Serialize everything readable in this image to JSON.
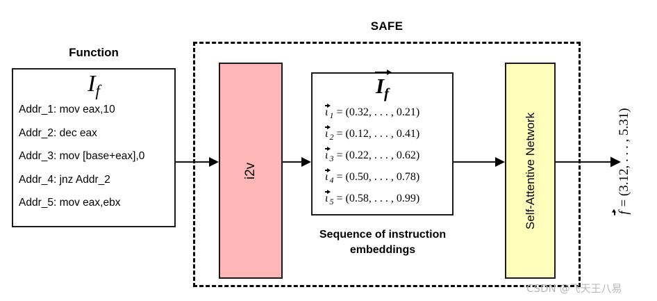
{
  "diagram": {
    "safe_title": "SAFE",
    "watermark": "CSDN @飞天王八易",
    "colors": {
      "i2v_fill": "#FFB6B6",
      "san_fill": "#FFFFBB",
      "border": "#1A1A1A",
      "watermark": "#B9B9B9"
    }
  },
  "function_block": {
    "title": "Function",
    "symbol_base": "I",
    "symbol_sub": "f",
    "instructions": [
      "Addr_1: mov eax,10",
      "Addr_2: dec eax",
      "Addr_3: mov [base+eax],0",
      "Addr_4: jnz Addr_2",
      "Addr_5: mov eax,ebx"
    ]
  },
  "i2v_block": {
    "label": "i2v"
  },
  "embedding_block": {
    "symbol_base": "I",
    "symbol_sub": "f",
    "caption_line1": "Sequence of instruction",
    "caption_line2": "embeddings",
    "vectors": [
      {
        "name": "ι",
        "index": "1",
        "eq": "=",
        "value": "(0.32, . . . , 0.21)"
      },
      {
        "name": "ι",
        "index": "2",
        "eq": "=",
        "value": "(0.12, . . . , 0.41)"
      },
      {
        "name": "ι",
        "index": "3",
        "eq": "=",
        "value": "(0.22, . . . , 0.62)"
      },
      {
        "name": "ι",
        "index": "4",
        "eq": "=",
        "value": "(0.50, . . . , 0.78)"
      },
      {
        "name": "ι",
        "index": "5",
        "eq": "=",
        "value": "(0.58, . . . , 0.99)"
      }
    ]
  },
  "san_block": {
    "label": "Self-Attentive Network"
  },
  "output": {
    "symbol": "f",
    "eq": "=",
    "value": "(3.12, . . . , 5.31)"
  }
}
